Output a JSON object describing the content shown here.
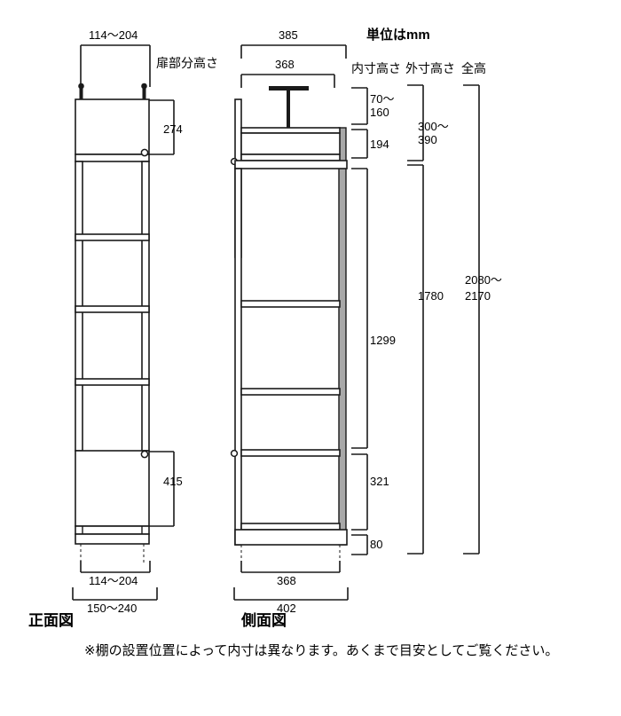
{
  "header": {
    "unit_note": "単位はmm",
    "column_labels": [
      "内寸高さ",
      "外寸高さ",
      "全高"
    ],
    "door_height_label": "扉部分高さ"
  },
  "front_view": {
    "title": "正面図",
    "width_inner_top": "114〜204",
    "width_inner_bottom": "114〜204",
    "width_outer_bottom": "150〜240",
    "door_upper_height": "274",
    "door_lower_height": "415"
  },
  "side_view": {
    "title": "側面図",
    "depth_outer_top": "385",
    "depth_inner_top": "368",
    "depth_inner_bottom": "368",
    "depth_outer_bottom": "402"
  },
  "inner_heights": {
    "label": "内寸高さ",
    "values": [
      "70〜\n160",
      "194",
      "1299",
      "321",
      "80"
    ],
    "v1_line1": "70〜",
    "v1_line2": "160",
    "v2": "194",
    "v3": "1299",
    "v4": "321",
    "v5": "80"
  },
  "outer_heights": {
    "label": "外寸高さ",
    "top_line1": "300〜",
    "top_line2": "390",
    "main": "1780"
  },
  "total_height": {
    "label": "全高",
    "line1": "2080〜",
    "line2": "2170"
  },
  "footnote": "※棚の設置位置によって内寸は異なります。あくまで目安としてご覧ください。",
  "colors": {
    "line": "#1a1a1a",
    "panel_fill": "#a8a8a8",
    "background": "#ffffff"
  }
}
